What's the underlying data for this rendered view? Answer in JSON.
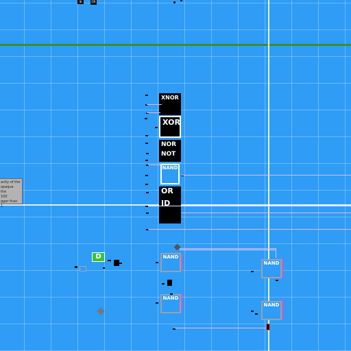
{
  "gates": {
    "xnor": "XNOR",
    "xor": "XOR",
    "nor": "NOR",
    "not": "NOT",
    "nand_top": "NAND",
    "or": "OR",
    "id": "ID",
    "nand_a": "NAND",
    "nand_b": "NAND",
    "nand_c": "NAND",
    "nand_d": "NAND"
  },
  "d_latch_label": "D",
  "note_lines": [
    "acity of the",
    "opaque",
    "the",
    "",
    "100",
    "gger than 1"
  ],
  "mini_labels": {
    "m1": "Ib",
    "m2": "OR"
  },
  "colors": {
    "background": "#2f9cf6",
    "green_wire": "#3d8c2a",
    "pink_wire": "#e5b7ee",
    "d_green": "#39c23a"
  }
}
